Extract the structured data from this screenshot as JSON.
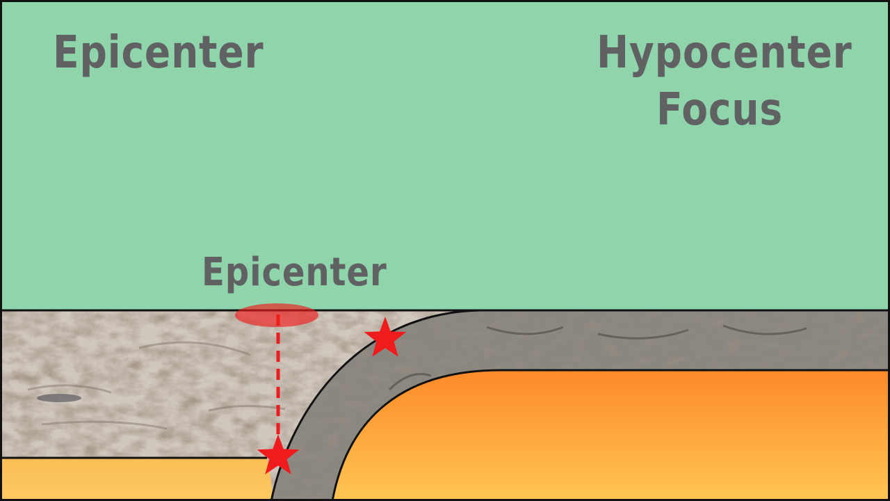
{
  "titles": {
    "left": "Epicenter",
    "right_line1": "Hypocenter",
    "right_line2": "Focus"
  },
  "diagram": {
    "surface_label": "Epicenter"
  },
  "colors": {
    "sky": "#8fd4aa",
    "text": "#5f6163",
    "marker_red": "#ee1c1c",
    "crust_left": "#a19283",
    "crust_right": "#958c80",
    "mantle_top": "#fd8a28",
    "mantle_bottom": "#fec653",
    "plate_left_fill": "#fcc45c",
    "outline": "#111111"
  }
}
